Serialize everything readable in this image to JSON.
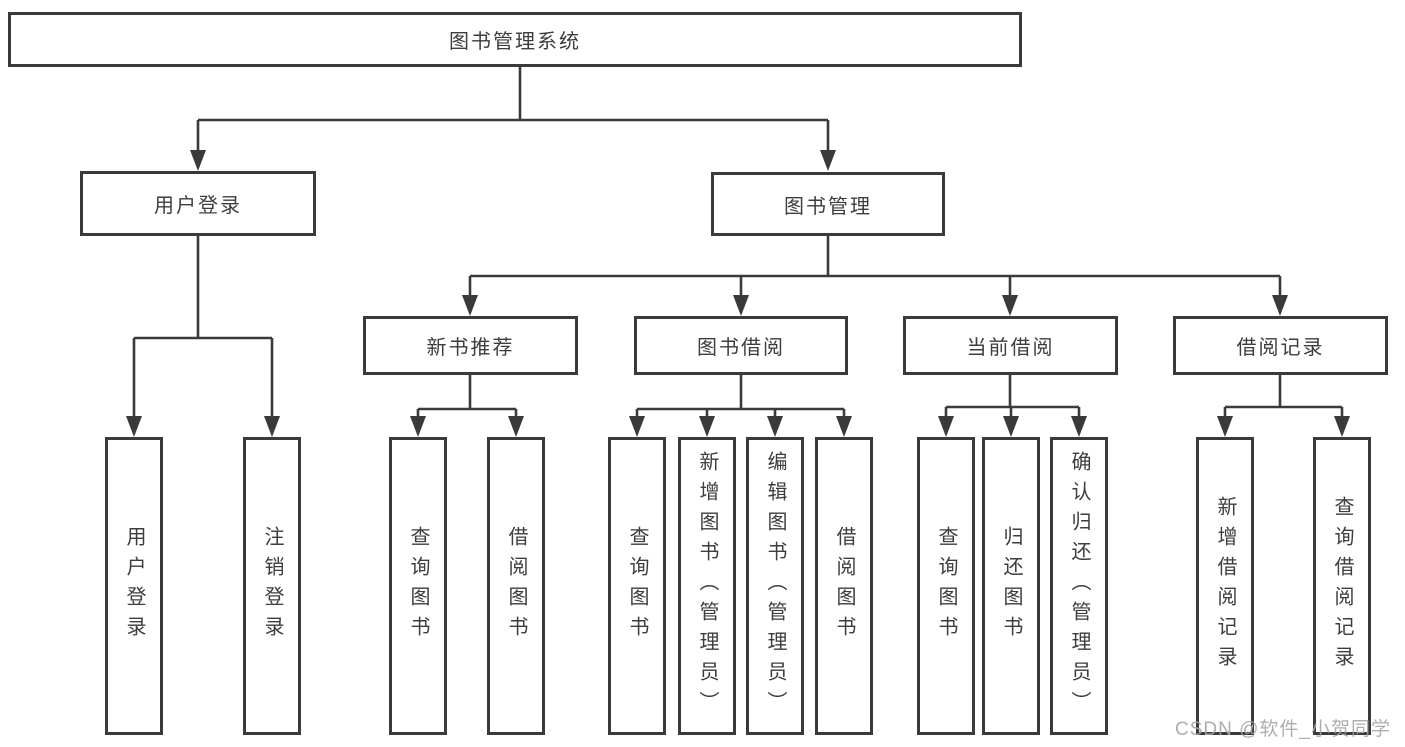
{
  "root": {
    "label": "图书管理系统"
  },
  "level2": [
    {
      "label": "用户登录"
    },
    {
      "label": "图书管理"
    }
  ],
  "level3": [
    {
      "label": "新书推荐"
    },
    {
      "label": "图书借阅"
    },
    {
      "label": "当前借阅"
    },
    {
      "label": "借阅记录"
    }
  ],
  "leaves": {
    "login": [
      "用户登录",
      "注销登录"
    ],
    "newbook": [
      "查询图书",
      "借阅图书"
    ],
    "borrow": [
      "查询图书",
      "新增图书（管理员）",
      "编辑图书（管理员）",
      "借阅图书"
    ],
    "current": [
      "查询图书",
      "归还图书",
      "确认归还（管理员）"
    ],
    "records": [
      "新增借阅记录",
      "查询借阅记录"
    ]
  },
  "watermark": "CSDN @软件_小贺同学",
  "colors": {
    "line": "#3a3a3a",
    "text": "#3d3d3d",
    "box_background": "#ffffff",
    "watermark": "#a6a6a6"
  }
}
